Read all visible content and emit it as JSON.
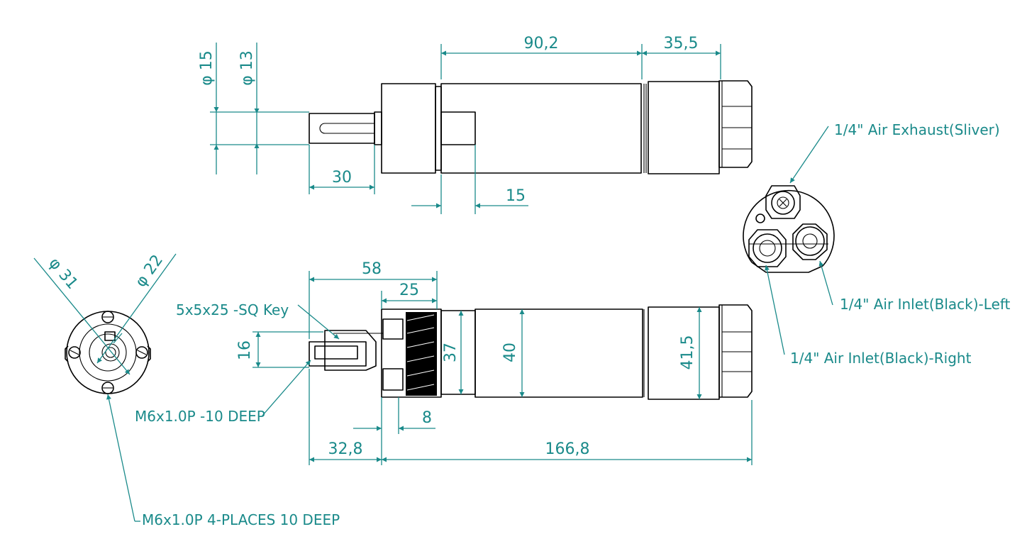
{
  "dimensions": {
    "top_overall_body": "90,2",
    "top_end_cap": "35,5",
    "top_shaft_dia": "φ 15",
    "top_flat_dia": "φ 13",
    "top_shaft_length": "30",
    "top_boss_length": "15",
    "front_bolt_circle": "φ 31",
    "front_pilot": "φ 22",
    "side_flange_length": "58",
    "side_pilot_length": "25",
    "side_key_height": "16",
    "side_pilot_dia": "37",
    "side_body_dia": "40",
    "side_cap_dia": "41,5",
    "side_step": "8",
    "side_shaft_length": "32,8",
    "side_overall": "166,8"
  },
  "labels": {
    "exhaust": "1/4\" Air Exhaust(Sliver)",
    "inlet_left": "1/4\" Air Inlet(Black)-Left",
    "inlet_right": "1/4\" Air Inlet(Black)-Right",
    "key": "5x5x25 -SQ Key",
    "shaft_thread": "M6x1.0P -10 DEEP",
    "face_thread": "M6x1.0P   4-PLACES 10 DEEP"
  },
  "colors": {
    "dimension": "#1a8a8a",
    "outline": "#000000"
  }
}
